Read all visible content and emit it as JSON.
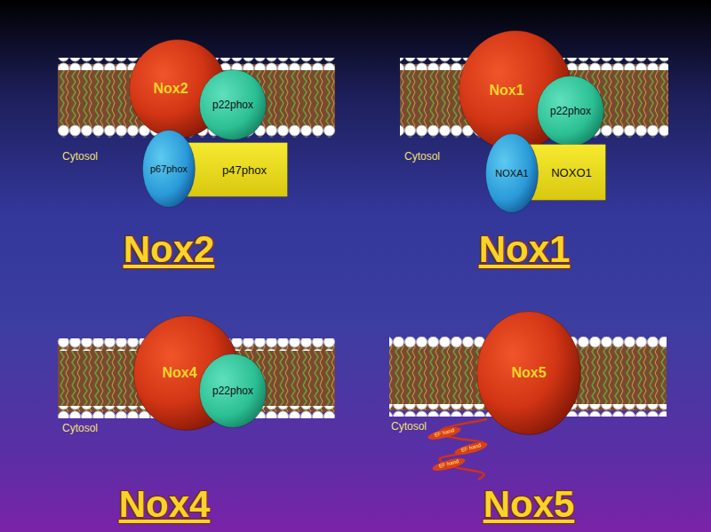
{
  "diagram": {
    "nodes": [
      {
        "text": [
          "Nox2"
        ]
      },
      {
        "text": [
          "p22phox"
        ]
      },
      {
        "text": [
          "p67phox"
        ]
      },
      {
        "text": [
          "p47phox"
        ]
      },
      {
        "text": [
          "Nox1"
        ]
      },
      {
        "text": [
          "p22phox"
        ]
      },
      {
        "text": [
          "NOXA1"
        ]
      },
      {
        "text": [
          "NOXO1"
        ]
      },
      {
        "text": [
          "Nox4"
        ]
      },
      {
        "text": [
          "p22phox"
        ]
      },
      {
        "text": [
          "Nox5"
        ]
      }
    ],
    "labels": [
      "Cytosol",
      "Nox2",
      "Cytosol",
      "Nox1",
      "Cytosol",
      "Nox4",
      "Cytosol",
      "EF hand",
      "EF hand",
      "EF hand",
      "Nox5"
    ]
  }
}
